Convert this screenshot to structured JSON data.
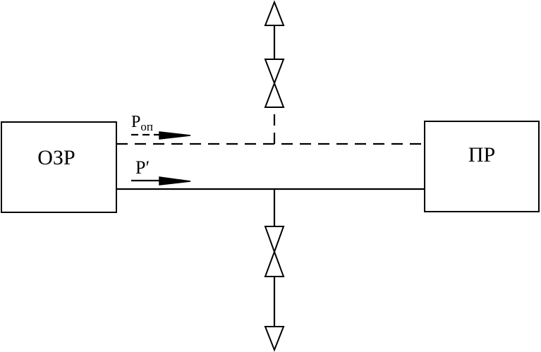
{
  "diagram": {
    "left_block": {
      "label": "ОЗР"
    },
    "right_block": {
      "label": "ПР"
    },
    "upper_flow": {
      "label": "Р",
      "subscript": "оп",
      "style": "dashed"
    },
    "lower_flow": {
      "label": "Р′",
      "style": "solid"
    },
    "upper_valve": {
      "icon": "valve-icon"
    },
    "lower_valve": {
      "icon": "valve-icon"
    },
    "upper_outlet": {
      "icon": "triangle-up-icon"
    },
    "lower_outlet": {
      "icon": "triangle-down-icon"
    }
  }
}
